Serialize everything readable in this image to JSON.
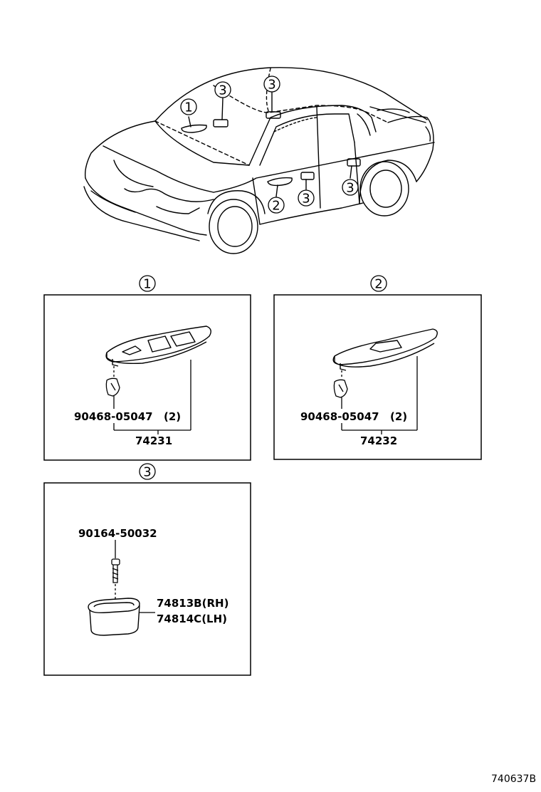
{
  "callouts": {
    "c1": "1",
    "c2": "2",
    "c3": "3"
  },
  "panel1": {
    "clip_part": "90468-05047",
    "clip_qty": "(2)",
    "assembly_part": "74231"
  },
  "panel2": {
    "clip_part": "90468-05047",
    "clip_qty": "(2)",
    "assembly_part": "74232"
  },
  "panel3": {
    "screw_part": "90164-50032",
    "cover_rh": "74813B(RH)",
    "cover_lh": "74814C(LH)"
  },
  "reference_code": "740637B"
}
